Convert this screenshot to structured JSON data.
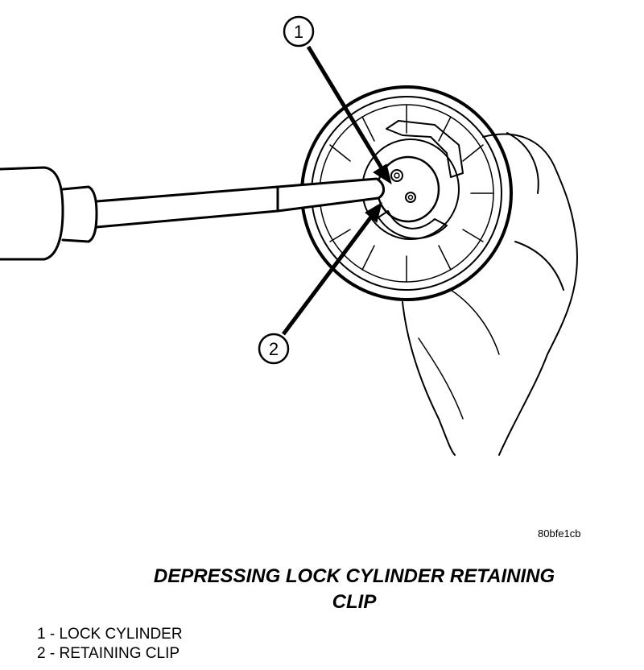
{
  "figure": {
    "callouts": [
      {
        "number": "1"
      },
      {
        "number": "2"
      }
    ],
    "image_code": "80bfe1cb"
  },
  "caption": {
    "line1": "DEPRESSING LOCK CYLINDER RETAINING",
    "line2": "CLIP"
  },
  "legend": [
    {
      "number": "1",
      "separator": "-",
      "label": "LOCK CYLINDER"
    },
    {
      "number": "2",
      "separator": "-",
      "label": "RETAINING CLIP"
    }
  ]
}
